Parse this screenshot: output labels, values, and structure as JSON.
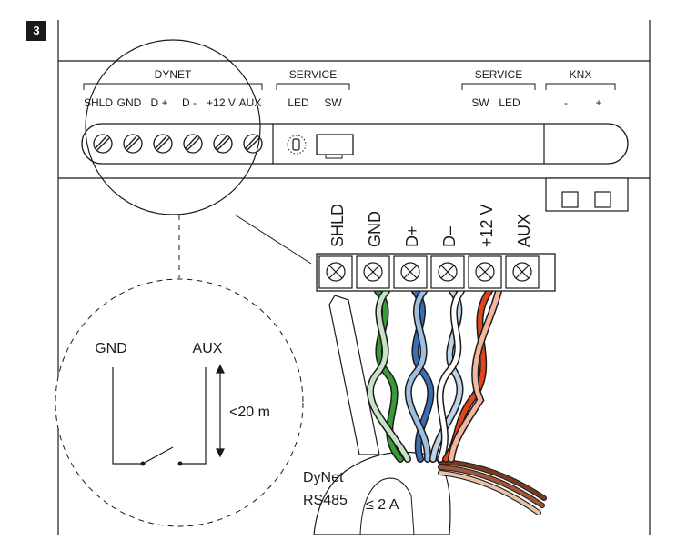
{
  "figure": {
    "step_number": "3"
  },
  "gateway": {
    "dynet_group_label": "DYNET",
    "service_left_group_label": "SERVICE",
    "service_right_group_label": "SERVICE",
    "knx_group_label": "KNX",
    "dynet_terminal_labels": [
      "SHLD",
      "GND",
      "D +",
      "D -",
      "+12 V",
      "AUX"
    ],
    "service_left_labels": [
      "LED",
      "SW"
    ],
    "service_right_labels": [
      "SW",
      "LED"
    ],
    "knx_labels": [
      "-",
      "+"
    ]
  },
  "terminal_block": {
    "labels": [
      "SHLD",
      "GND",
      "D+",
      "D–",
      "+12 V",
      "AUX"
    ]
  },
  "wires": {
    "colors": {
      "shield": "#ffffff",
      "green": "#3a9a3a",
      "blue": "#3a6fb5",
      "lightblue": "#bcd4ea",
      "orange": "#e0461c",
      "brown": "#7a3a22"
    }
  },
  "aux_detail": {
    "gnd_label": "GND",
    "aux_label": "AUX",
    "distance_label": "<20 m"
  },
  "cable_labels": {
    "line1": "DyNet",
    "line2": "RS485",
    "current_limit": "≤ 2 A"
  }
}
